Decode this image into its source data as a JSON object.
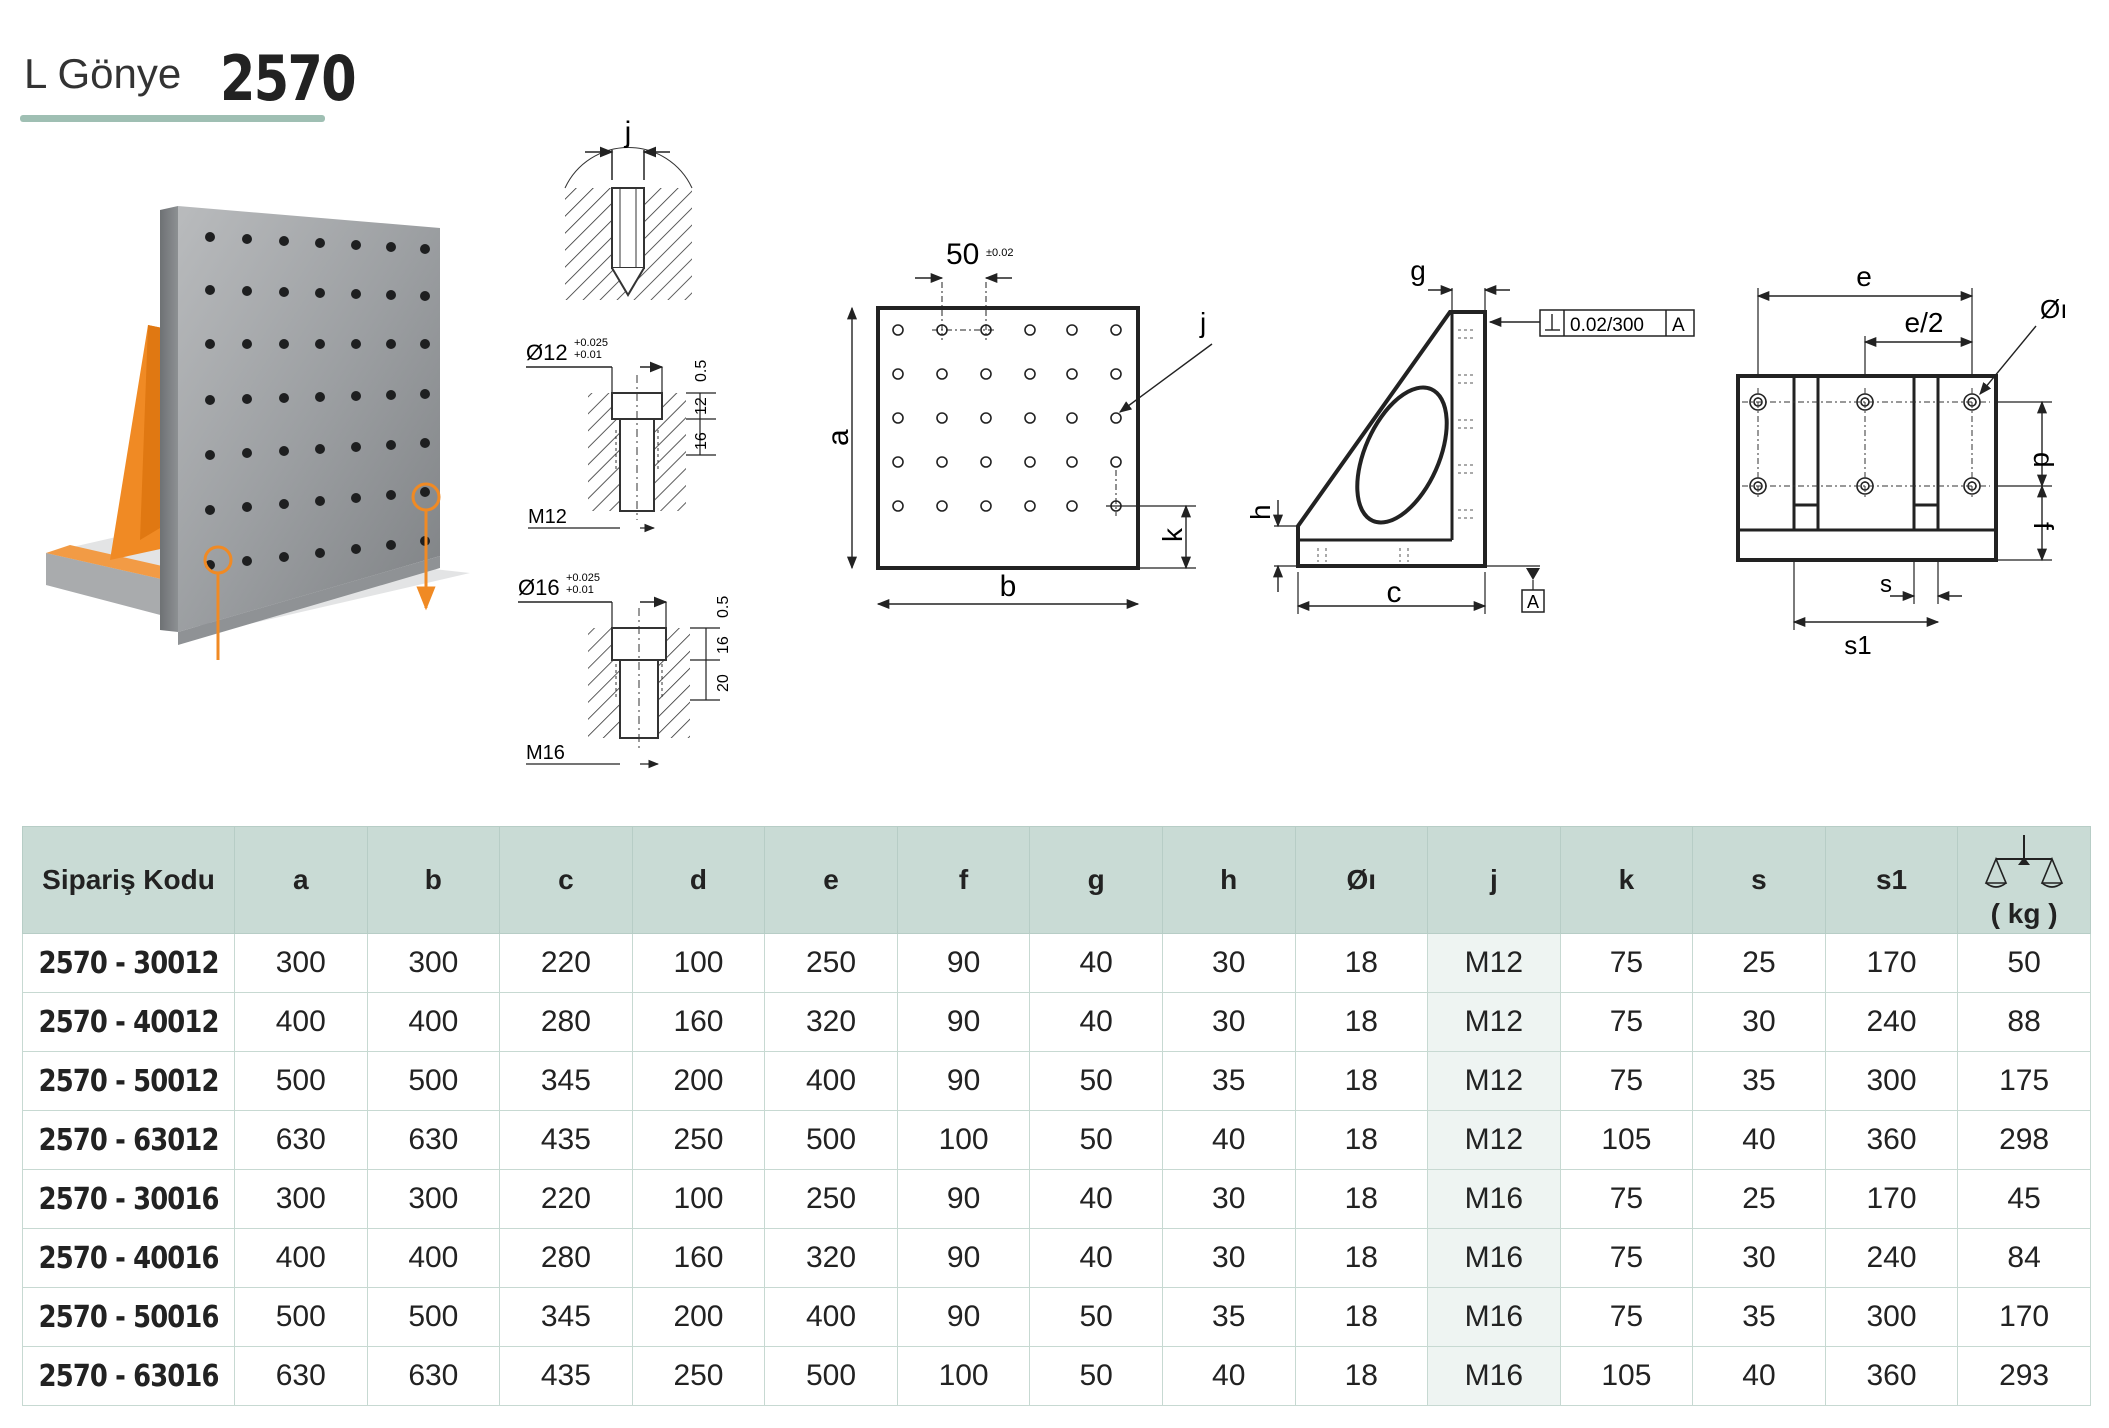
{
  "header": {
    "product_name": "L Gönye",
    "product_code": "2570"
  },
  "drawing_labels": {
    "j": "j",
    "o12": "Ø12",
    "o12_tol_upper": "+0.025",
    "o12_tol_lower": "+0.01",
    "d05a": "0.5",
    "d12": "12",
    "d16a": "16",
    "m12": "M12",
    "o16": "Ø16",
    "o16_tol_upper": "+0.025",
    "o16_tol_lower": "+0.01",
    "d05b": "0.5",
    "d16b": "16",
    "d20": "20",
    "m16": "M16",
    "pitch": "50",
    "pitch_tol": "±0.02",
    "a": "a",
    "b": "b",
    "k": "k",
    "g": "g",
    "h": "h",
    "c": "c",
    "tolerance": "0.02/300",
    "datum": "A",
    "e": "e",
    "e2": "e/2",
    "o_i": "Øı",
    "d": "d",
    "f": "f",
    "s": "s",
    "s1": "s1"
  },
  "table": {
    "headers": [
      "Sipariş Kodu",
      "a",
      "b",
      "c",
      "d",
      "e",
      "f",
      "g",
      "h",
      "Øı",
      "j",
      "k",
      "s",
      "s1"
    ],
    "weight_unit": "( kg )",
    "rows": [
      [
        "2570 - 30012",
        "300",
        "300",
        "220",
        "100",
        "250",
        "90",
        "40",
        "30",
        "18",
        "M12",
        "75",
        "25",
        "170",
        "50"
      ],
      [
        "2570 - 40012",
        "400",
        "400",
        "280",
        "160",
        "320",
        "90",
        "40",
        "30",
        "18",
        "M12",
        "75",
        "30",
        "240",
        "88"
      ],
      [
        "2570 - 50012",
        "500",
        "500",
        "345",
        "200",
        "400",
        "90",
        "50",
        "35",
        "18",
        "M12",
        "75",
        "35",
        "300",
        "175"
      ],
      [
        "2570 - 63012",
        "630",
        "630",
        "435",
        "250",
        "500",
        "100",
        "50",
        "40",
        "18",
        "M12",
        "105",
        "40",
        "360",
        "298"
      ],
      [
        "2570 - 30016",
        "300",
        "300",
        "220",
        "100",
        "250",
        "90",
        "40",
        "30",
        "18",
        "M16",
        "75",
        "25",
        "170",
        "45"
      ],
      [
        "2570 - 40016",
        "400",
        "400",
        "280",
        "160",
        "320",
        "90",
        "40",
        "30",
        "18",
        "M16",
        "75",
        "30",
        "240",
        "84"
      ],
      [
        "2570 - 50016",
        "500",
        "500",
        "345",
        "200",
        "400",
        "90",
        "50",
        "35",
        "18",
        "M16",
        "75",
        "35",
        "300",
        "170"
      ],
      [
        "2570 - 63016",
        "630",
        "630",
        "435",
        "250",
        "500",
        "100",
        "50",
        "40",
        "18",
        "M16",
        "105",
        "40",
        "360",
        "293"
      ]
    ]
  },
  "colors": {
    "accent": "#9fbfb3",
    "header_bg": "#c9dbd5",
    "product_orange": "#f08a24"
  }
}
